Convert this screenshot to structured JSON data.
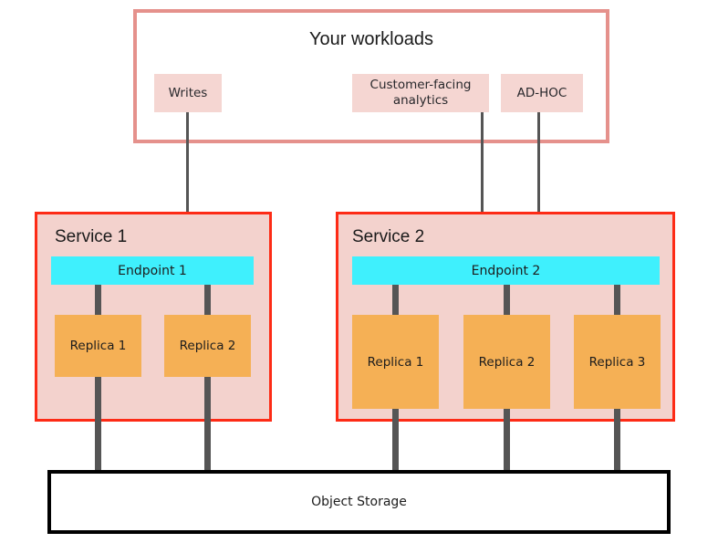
{
  "diagram": {
    "title_box": {
      "label": "Your workloads",
      "border_color": "#e5918c"
    },
    "workloads": [
      {
        "id": "writes",
        "label": "Writes"
      },
      {
        "id": "analytics",
        "label": "Customer-facing analytics"
      },
      {
        "id": "adhoc",
        "label": "AD-HOC"
      }
    ],
    "services": [
      {
        "id": "service-1",
        "label": "Service 1",
        "endpoint": "Endpoint 1",
        "replicas": [
          "Replica 1",
          "Replica 2"
        ]
      },
      {
        "id": "service-2",
        "label": "Service 2",
        "endpoint": "Endpoint 2",
        "replicas": [
          "Replica 1",
          "Replica 2",
          "Replica 3"
        ]
      }
    ],
    "storage": {
      "label": "Object Storage"
    },
    "colors": {
      "service_border": "#fd2b16",
      "service_fill": "#f3d2cd",
      "endpoint_fill": "#3ff0fd",
      "replica_fill": "#f5b055",
      "chip_fill": "#f5d6d2",
      "connector": "#555555",
      "storage_border": "#000000"
    },
    "connections": [
      {
        "from": "writes",
        "to": "Endpoint 1",
        "style": "arrow"
      },
      {
        "from": "analytics",
        "to": "Endpoint 2",
        "style": "arrow"
      },
      {
        "from": "adhoc",
        "to": "Endpoint 2",
        "style": "arrow"
      },
      {
        "from": "Endpoint 1",
        "to": "Service 1 replicas",
        "style": "pipe"
      },
      {
        "from": "Endpoint 2",
        "to": "Service 2 replicas",
        "style": "pipe"
      },
      {
        "from": "all replicas",
        "to": "Object Storage",
        "style": "pipe"
      }
    ]
  }
}
